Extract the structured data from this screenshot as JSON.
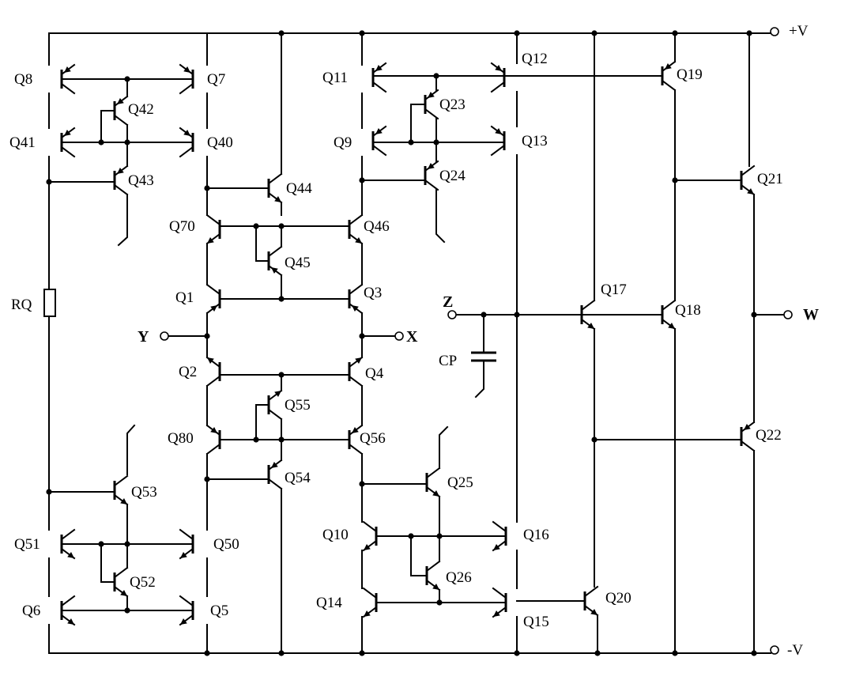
{
  "terminals": {
    "vpos": "+V",
    "vneg": "-V",
    "w": "W",
    "x": "X",
    "y": "Y",
    "z": "Z"
  },
  "components": {
    "rq": "RQ",
    "cp": "CP"
  },
  "transistors": [
    {
      "label": "Q8",
      "type": "pnp"
    },
    {
      "label": "Q7",
      "type": "pnp"
    },
    {
      "label": "Q42",
      "type": "pnp"
    },
    {
      "label": "Q41",
      "type": "pnp"
    },
    {
      "label": "Q40",
      "type": "pnp"
    },
    {
      "label": "Q43",
      "type": "pnp"
    },
    {
      "label": "Q44",
      "type": "npn"
    },
    {
      "label": "Q70",
      "type": "npn"
    },
    {
      "label": "Q45",
      "type": "pnp"
    },
    {
      "label": "Q46",
      "type": "npn"
    },
    {
      "label": "Q1",
      "type": "pnp"
    },
    {
      "label": "Q3",
      "type": "pnp"
    },
    {
      "label": "Q2",
      "type": "npn"
    },
    {
      "label": "Q4",
      "type": "npn"
    },
    {
      "label": "Q55",
      "type": "npn"
    },
    {
      "label": "Q80",
      "type": "pnp"
    },
    {
      "label": "Q56",
      "type": "pnp"
    },
    {
      "label": "Q54",
      "type": "pnp"
    },
    {
      "label": "Q53",
      "type": "npn"
    },
    {
      "label": "Q51",
      "type": "npn"
    },
    {
      "label": "Q50",
      "type": "npn"
    },
    {
      "label": "Q52",
      "type": "npn"
    },
    {
      "label": "Q6",
      "type": "npn"
    },
    {
      "label": "Q5",
      "type": "npn"
    },
    {
      "label": "Q11",
      "type": "pnp"
    },
    {
      "label": "Q12",
      "type": "pnp"
    },
    {
      "label": "Q23",
      "type": "pnp"
    },
    {
      "label": "Q9",
      "type": "pnp"
    },
    {
      "label": "Q13",
      "type": "pnp"
    },
    {
      "label": "Q24",
      "type": "pnp"
    },
    {
      "label": "Q25",
      "type": "npn"
    },
    {
      "label": "Q10",
      "type": "npn"
    },
    {
      "label": "Q16",
      "type": "npn"
    },
    {
      "label": "Q26",
      "type": "npn"
    },
    {
      "label": "Q14",
      "type": "npn"
    },
    {
      "label": "Q15",
      "type": "npn"
    },
    {
      "label": "Q17",
      "type": "npn"
    },
    {
      "label": "Q20",
      "type": "npn"
    },
    {
      "label": "Q19",
      "type": "pnp"
    },
    {
      "label": "Q18",
      "type": "npn"
    },
    {
      "label": "Q21",
      "type": "npn"
    },
    {
      "label": "Q22",
      "type": "pnp"
    }
  ]
}
